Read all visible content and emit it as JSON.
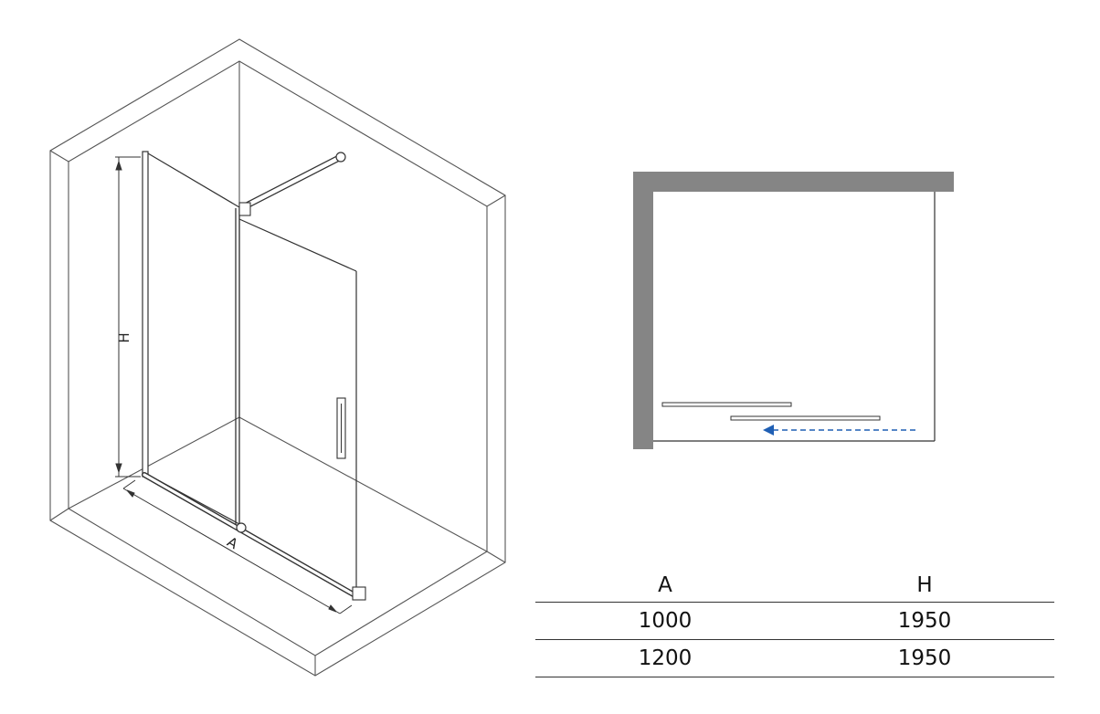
{
  "iso_view": {
    "height_label": "H",
    "width_label": "A"
  },
  "plan_view": {
    "wall_color": "#858585",
    "arrow_color": "#1f5fb4",
    "arrow_direction": "left"
  },
  "dimensions_table": {
    "headers": [
      "A",
      "H"
    ],
    "rows": [
      [
        "1000",
        "1950"
      ],
      [
        "1200",
        "1950"
      ]
    ]
  }
}
